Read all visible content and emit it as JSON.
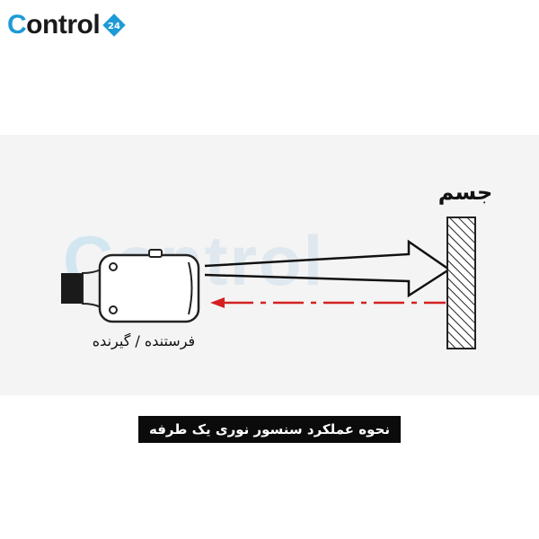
{
  "logo": {
    "text_prefix": "C",
    "text_rest": "ontrol",
    "badge_text": "24",
    "brand_color": "#1e9ad6"
  },
  "watermark": {
    "prefix": "C",
    "rest": "ontrol"
  },
  "diagram": {
    "object_label": "جسم",
    "sensor_label": "فرستنده / گیرنده",
    "caption": "نحوه عملکرد سنسور نوری یک طرفه",
    "emitted_beam_color": "#111111",
    "reflected_beam_color": "#d42020"
  }
}
